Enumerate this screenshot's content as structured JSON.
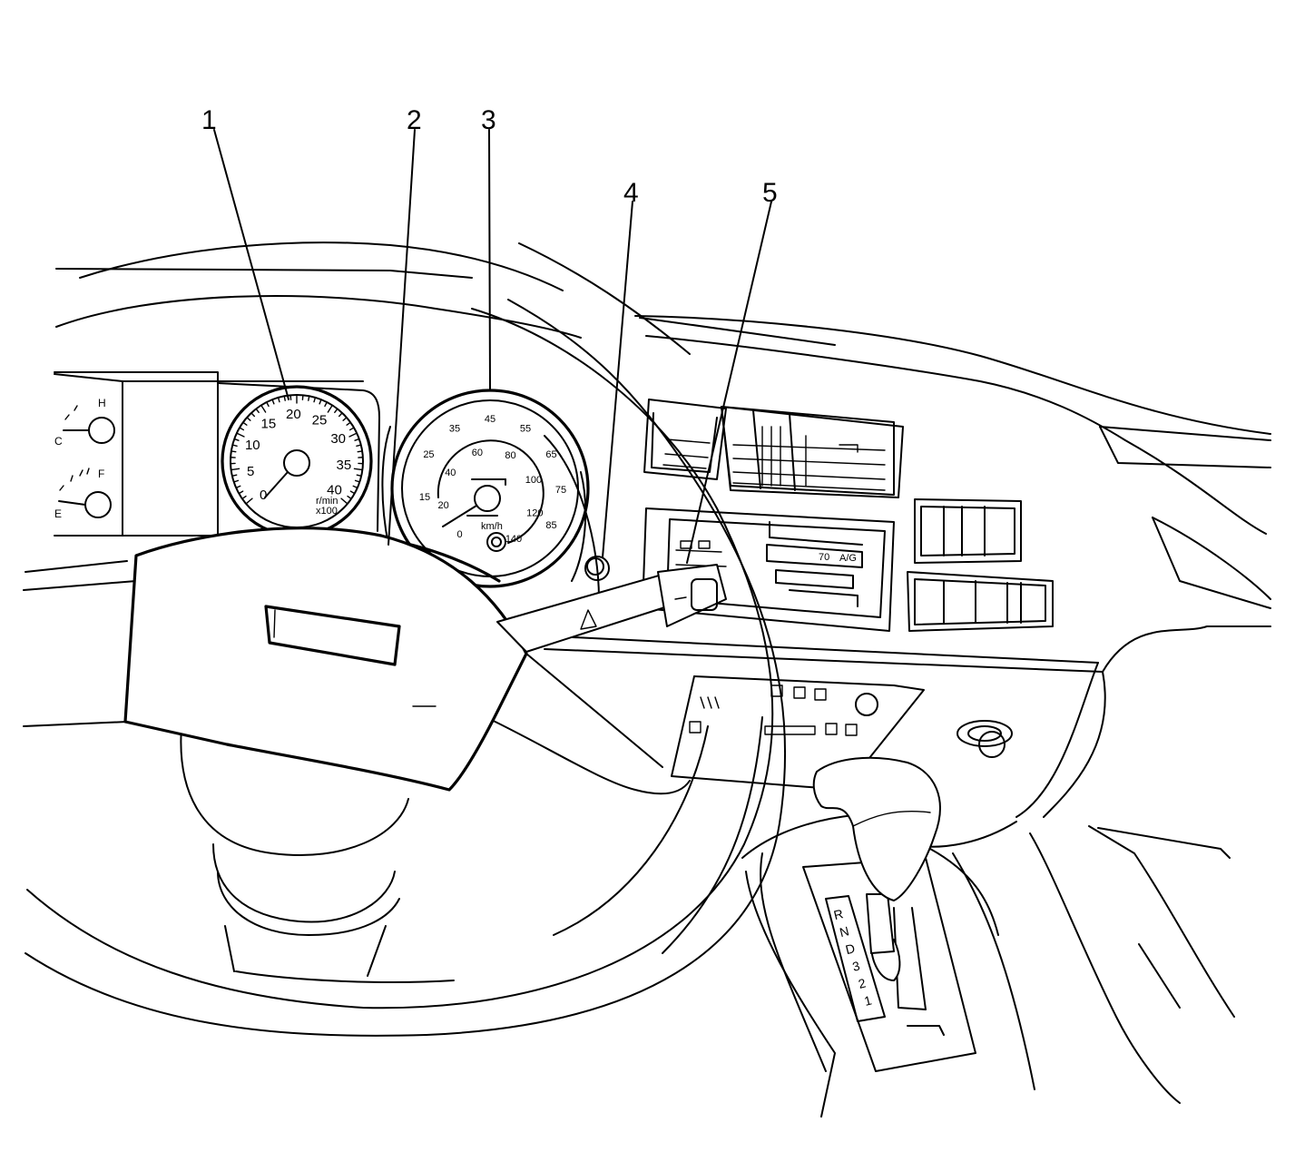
{
  "callouts": [
    {
      "id": "1",
      "label": "1"
    },
    {
      "id": "2",
      "label": "2"
    },
    {
      "id": "3",
      "label": "3"
    },
    {
      "id": "4",
      "label": "4"
    },
    {
      "id": "5",
      "label": "5"
    }
  ],
  "tachometer": {
    "numbers": [
      "0",
      "5",
      "10",
      "15",
      "20",
      "25",
      "30",
      "35",
      "40"
    ],
    "unit": "r/min\nx100"
  },
  "speedometer": {
    "outer_numbers": [
      "25",
      "35",
      "45",
      "55",
      "65",
      "75",
      "85"
    ],
    "outer_left": "15",
    "inner_numbers": [
      "0",
      "20",
      "40",
      "60",
      "80",
      "100",
      "120",
      "140"
    ],
    "unit": "km/h"
  },
  "temp_gauge": {
    "low": "C",
    "high": "H"
  },
  "fuel_gauge": {
    "low": "E",
    "high": "F"
  },
  "shifter": {
    "positions": [
      "R",
      "N",
      "D",
      "3",
      "2",
      "1"
    ]
  },
  "radio": {
    "display": "70",
    "band": "A/G"
  }
}
